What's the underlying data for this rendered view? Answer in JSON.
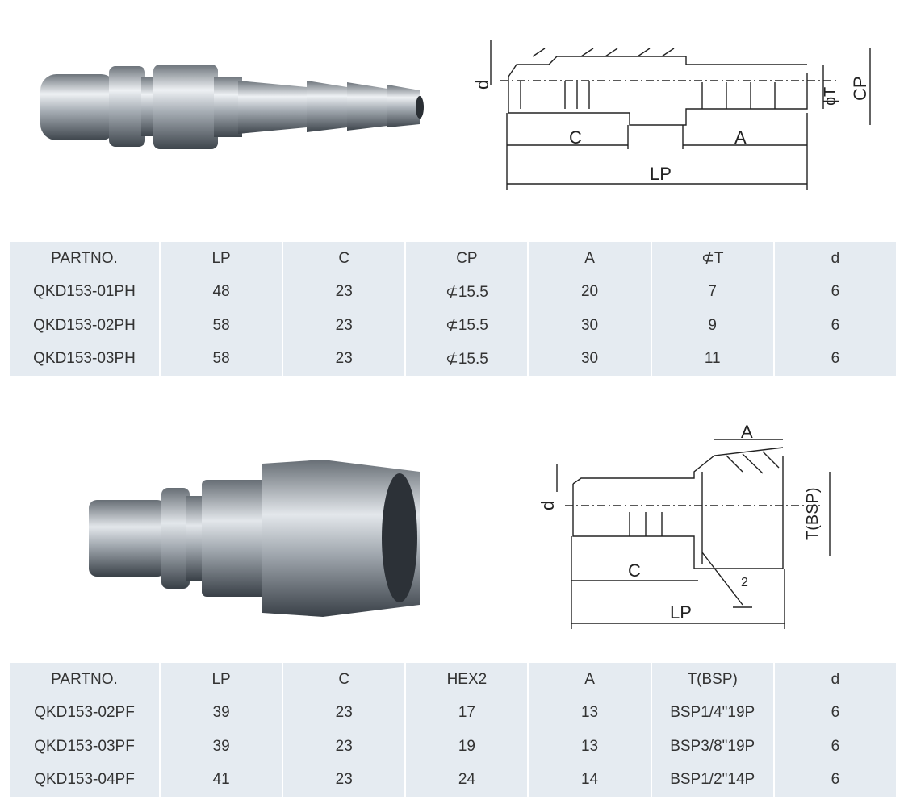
{
  "sections": [
    {
      "drawing_labels": {
        "d": "d",
        "c": "C",
        "a": "A",
        "lp": "LP",
        "t": "ɸT",
        "cp": "CP"
      },
      "table": {
        "headers": [
          "PARTNO.",
          "LP",
          "C",
          "CP",
          "A",
          "⊄T",
          "d"
        ],
        "rows": [
          [
            "QKD153-01PH",
            "48",
            "23",
            "⊄15.5",
            "20",
            "7",
            "6"
          ],
          [
            "QKD153-02PH",
            "58",
            "23",
            "⊄15.5",
            "30",
            "9",
            "6"
          ],
          [
            "QKD153-03PH",
            "58",
            "23",
            "⊄15.5",
            "30",
            "11",
            "6"
          ]
        ]
      }
    },
    {
      "drawing_labels": {
        "d": "d",
        "c": "C",
        "a": "A",
        "lp": "LP",
        "t": "T(BSP)",
        "hex": "2"
      },
      "table": {
        "headers": [
          "PARTNO.",
          "LP",
          "C",
          "HEX2",
          "A",
          "T(BSP)",
          "d"
        ],
        "rows": [
          [
            "QKD153-02PF",
            "39",
            "23",
            "17",
            "13",
            "BSP1/4\"19P",
            "6"
          ],
          [
            "QKD153-03PF",
            "39",
            "23",
            "19",
            "13",
            "BSP3/8\"19P",
            "6"
          ],
          [
            "QKD153-04PF",
            "41",
            "23",
            "24",
            "14",
            "BSP1/2\"14P",
            "6"
          ]
        ]
      }
    }
  ]
}
